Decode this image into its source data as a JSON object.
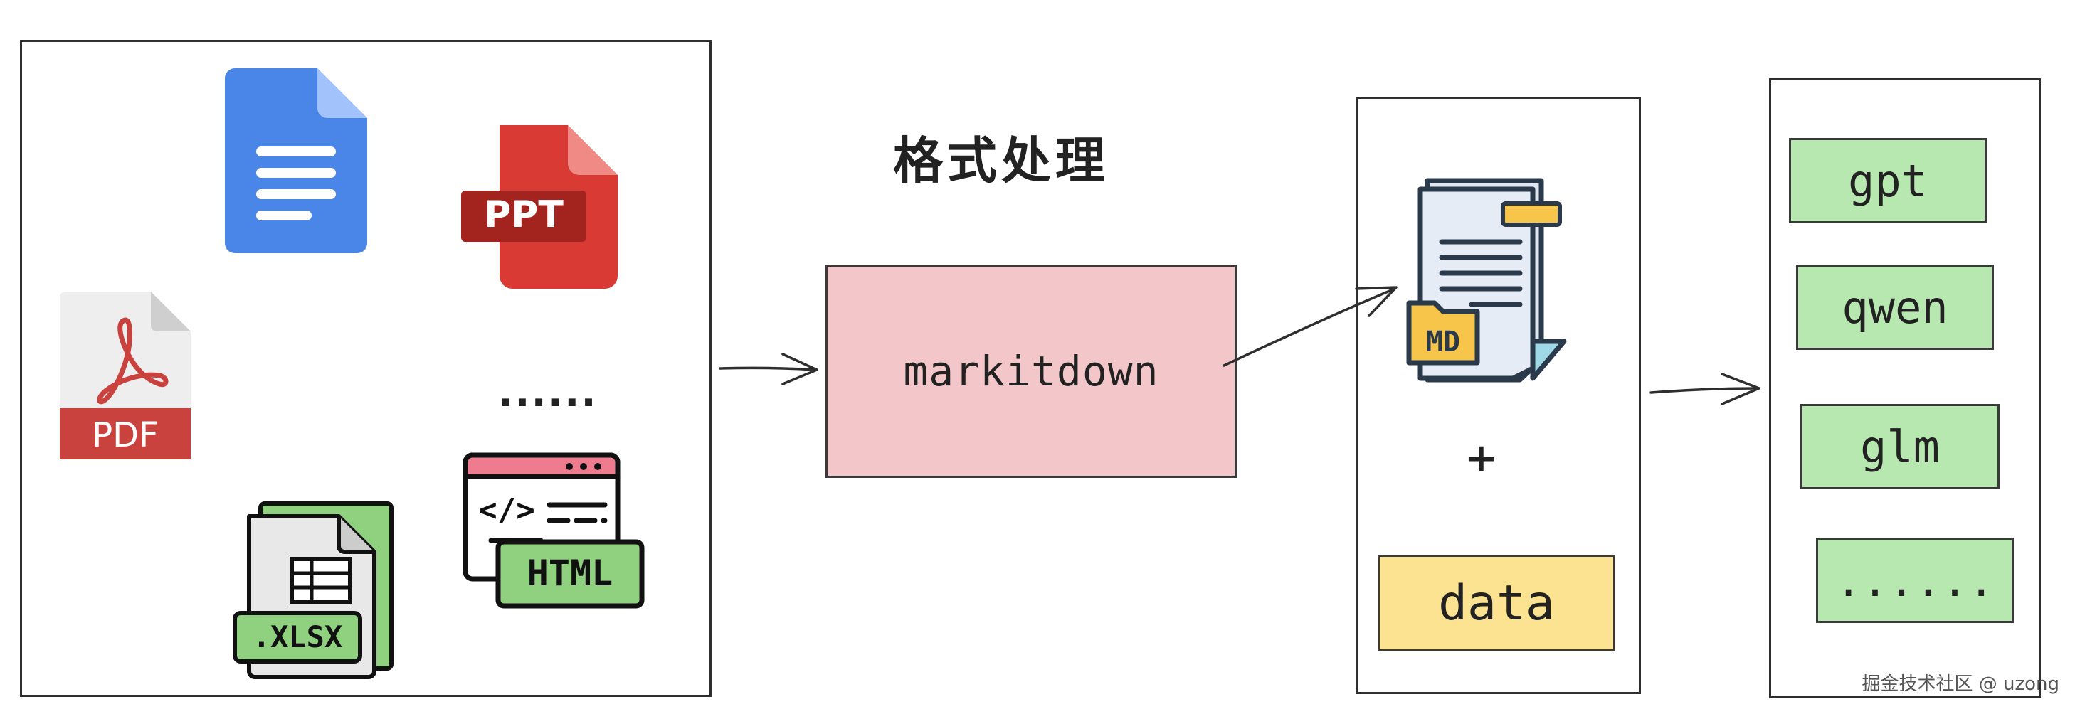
{
  "title": "格式处理",
  "sources": {
    "pdf_label": "PDF",
    "ppt_label": "PPT",
    "xlsx_label": ".XLSX",
    "html_label": "HTML",
    "html_code": "</>",
    "ellipsis": "......"
  },
  "processor": {
    "label": "markitdown"
  },
  "outputs": {
    "md_label": "MD",
    "plus": "+",
    "data_label": "data"
  },
  "models": [
    "gpt",
    "qwen",
    "glm",
    "......"
  ],
  "watermark": "掘金技术社区 @ uzong",
  "colors": {
    "markitdown_fill": "#f3c6c9",
    "data_fill": "#fbe391",
    "model_fill": "#b7e8b0",
    "doc_blue": "#4a86e8",
    "ppt_red": "#d93a33",
    "pdf_red": "#c9423d",
    "xlsx_green": "#8fd17f",
    "html_pink": "#ef7b8f"
  },
  "icons": [
    "google-docs-icon",
    "ppt-file-icon",
    "pdf-file-icon",
    "xlsx-file-icon",
    "html-file-icon",
    "md-file-icon"
  ]
}
